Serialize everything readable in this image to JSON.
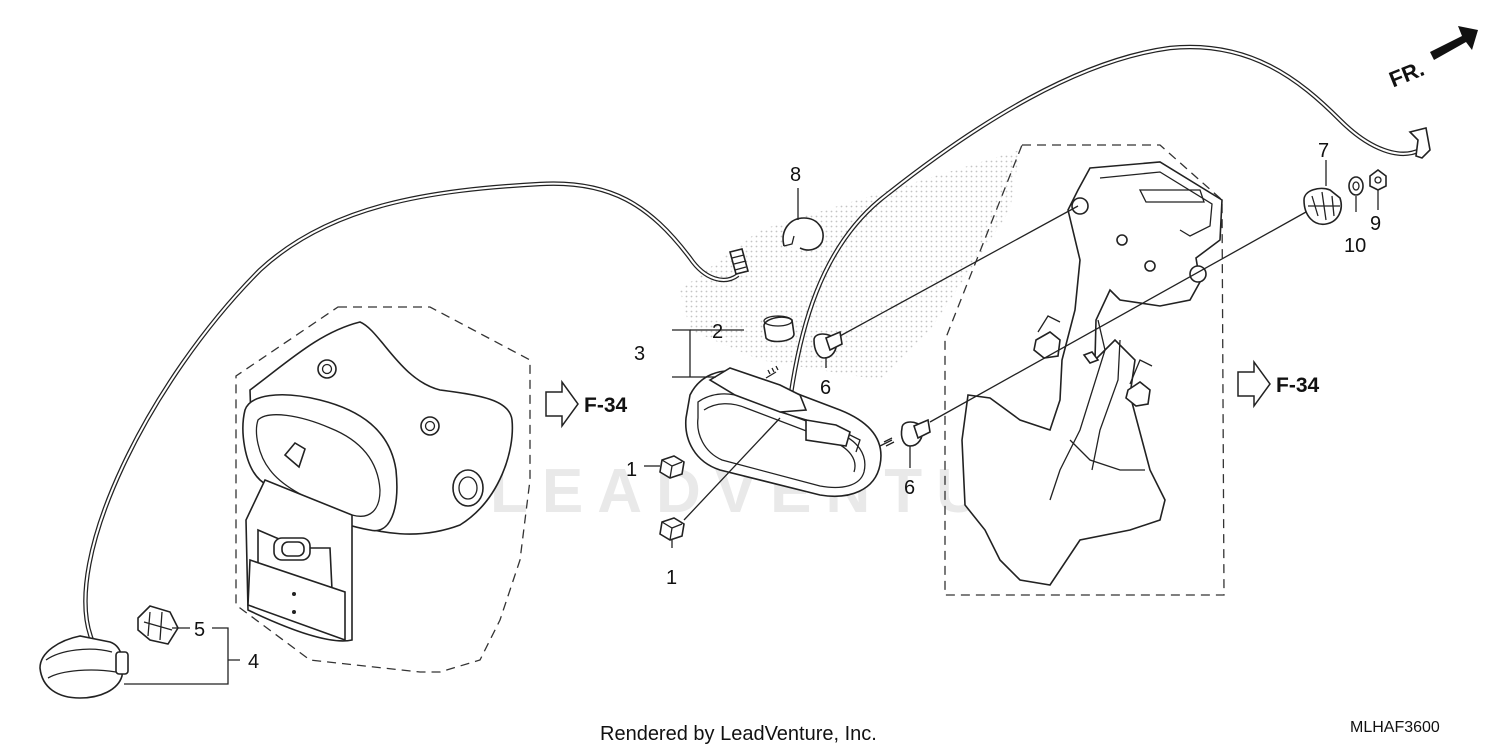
{
  "diagram": {
    "callouts": [
      {
        "id": "c1a",
        "label": "1"
      },
      {
        "id": "c1b",
        "label": "1"
      },
      {
        "id": "c2",
        "label": "2"
      },
      {
        "id": "c3",
        "label": "3"
      },
      {
        "id": "c4",
        "label": "4"
      },
      {
        "id": "c5",
        "label": "5"
      },
      {
        "id": "c6a",
        "label": "6"
      },
      {
        "id": "c6b",
        "label": "6"
      },
      {
        "id": "c7",
        "label": "7"
      },
      {
        "id": "c8",
        "label": "8"
      },
      {
        "id": "c9",
        "label": "9"
      },
      {
        "id": "c10",
        "label": "10"
      }
    ],
    "references": {
      "left": "F-34",
      "right": "F-34"
    },
    "direction_label": "FR.",
    "watermark": "LEADVENTURE",
    "footer": "Rendered by LeadVenture, Inc.",
    "diagram_code": "MLHAF3600"
  }
}
